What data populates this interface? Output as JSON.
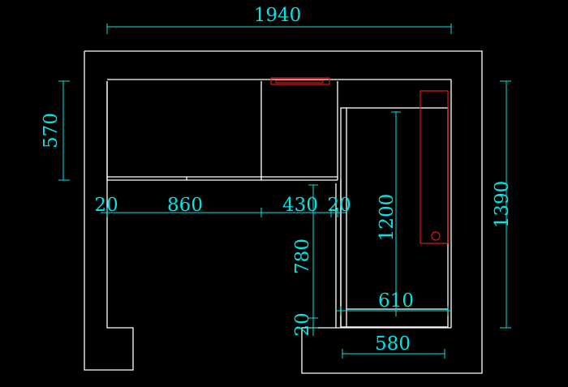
{
  "colors": {
    "background": "#000000",
    "wall": "#ffffff",
    "dimension": "#00e5e5",
    "appliance": "#e01818"
  },
  "dimensions": {
    "overall_width": "1940",
    "overall_height": "1390",
    "upper_cabinet_depth": "570",
    "left_gap": "20",
    "counter_left": "860",
    "counter_mid": "430",
    "counter_gap": "20",
    "tall_unit_height": "1200",
    "lower_height": "780",
    "bottom_gap": "20",
    "bottom_width_outer": "610",
    "bottom_width_inner": "580"
  }
}
